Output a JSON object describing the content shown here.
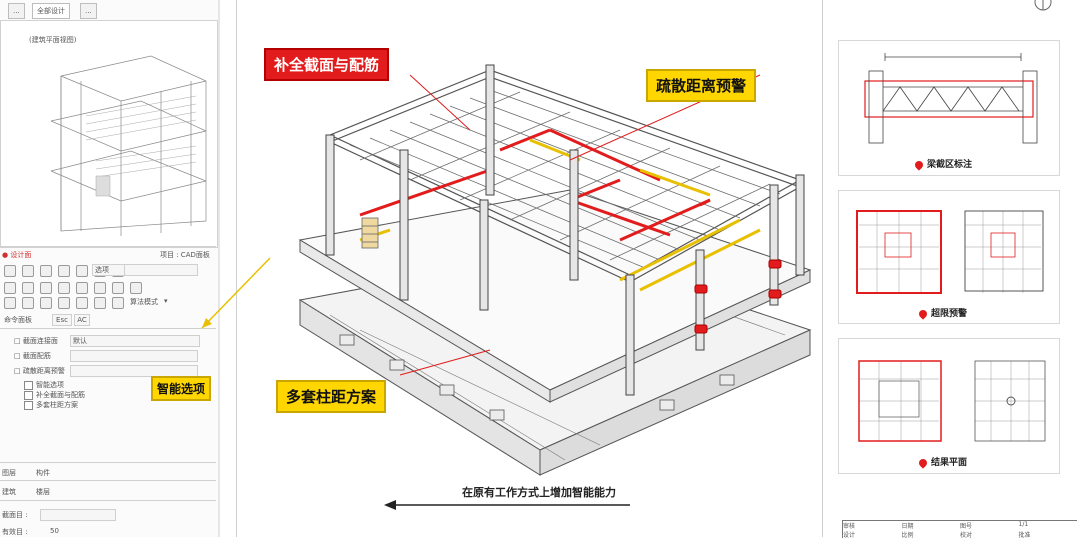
{
  "left_panel": {
    "tabs": [
      "...",
      "全部设计",
      "..."
    ],
    "preview_title": "(建筑平面视图)",
    "section_title": "● 设计面",
    "header_right": "项目 : CAD面板",
    "dropdown_value": "选项",
    "toolbar2_label": "算法模式",
    "cmd_tab": "命令面板",
    "cmd_tab_btns": [
      "Esc",
      "AC"
    ],
    "options": [
      {
        "label": "□ 截面连接面",
        "value": "默认"
      },
      {
        "label": "□ 截面配筋",
        "value": ""
      },
      {
        "label": "□ 疏散距离预警",
        "value": ""
      }
    ],
    "checks": [
      "智能选项",
      "补全截面与配筋",
      "多套柱距方案"
    ],
    "bottom_rows": [
      {
        "key": "图层",
        "value": "构件"
      },
      {
        "key": "建筑",
        "value": "楼层"
      },
      {
        "key": "截面目 :",
        "value": ""
      },
      {
        "key": "有效目 :",
        "value": "50"
      }
    ]
  },
  "callouts": {
    "beam_rebar": "补全截面与配筋",
    "evacuation_warning": "疏散距离预警",
    "column_spacing": "多套柱距方案",
    "smart_options": "智能选项"
  },
  "arrow_caption": "在原有工作方式上增加智能能力",
  "cards": {
    "beam_annotation": "梁截区标注",
    "limit_warning": "超限预警",
    "result_plan": "结果平面"
  },
  "title_block": {
    "cells": [
      "审核",
      "日期",
      "图号",
      "1/1",
      "设计",
      "比例",
      "校对",
      "批准"
    ]
  },
  "colors": {
    "accent_red": "#e21c1c",
    "accent_yellow": "#ffd600",
    "line_gray": "#6d6d6d"
  }
}
